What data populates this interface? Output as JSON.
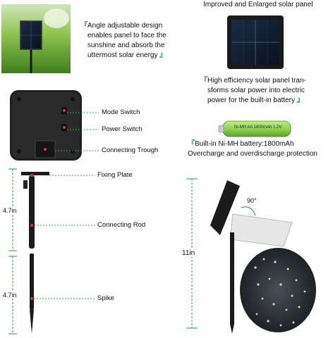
{
  "top_left_caption": {
    "open": "『",
    "lines": [
      "Angle adjustable design",
      "enables panel to face the",
      "sunshine and absorb the",
      "uttermost solar energy"
    ],
    "close": "』"
  },
  "top_right_title": "Improved and Enlarged solar panel",
  "panel_caption": {
    "open": "『",
    "lines": [
      "High efficiency solar panel tran-",
      "sforms solar power into electric",
      "power for the built-in battery"
    ],
    "close": "』"
  },
  "battery_label": "Ni-MH AA 1800mAh 1.2V",
  "battery_caption": {
    "open": "『",
    "line1": "Built-in Ni-MH battery:1800mAh",
    "line2": "Overcharge and overdischarge protection",
    "close": "』"
  },
  "box_labels": {
    "mode_switch": "Mode Switch",
    "power_switch": "Power Switch",
    "connecting_trough": "Connecting Trough"
  },
  "stake_labels": {
    "fixing_plate": "Fixing Plate",
    "connecting_rod": "Connecting Rod",
    "spike": "Spike"
  },
  "dimensions": {
    "upper": "4.7in",
    "lower": "4.7in",
    "overall": "11in",
    "angle": "90°"
  },
  "colors": {
    "accent_green": "#2e9e44",
    "dashed_line": "#2fa64a",
    "battery_green": "#8fd14f"
  }
}
